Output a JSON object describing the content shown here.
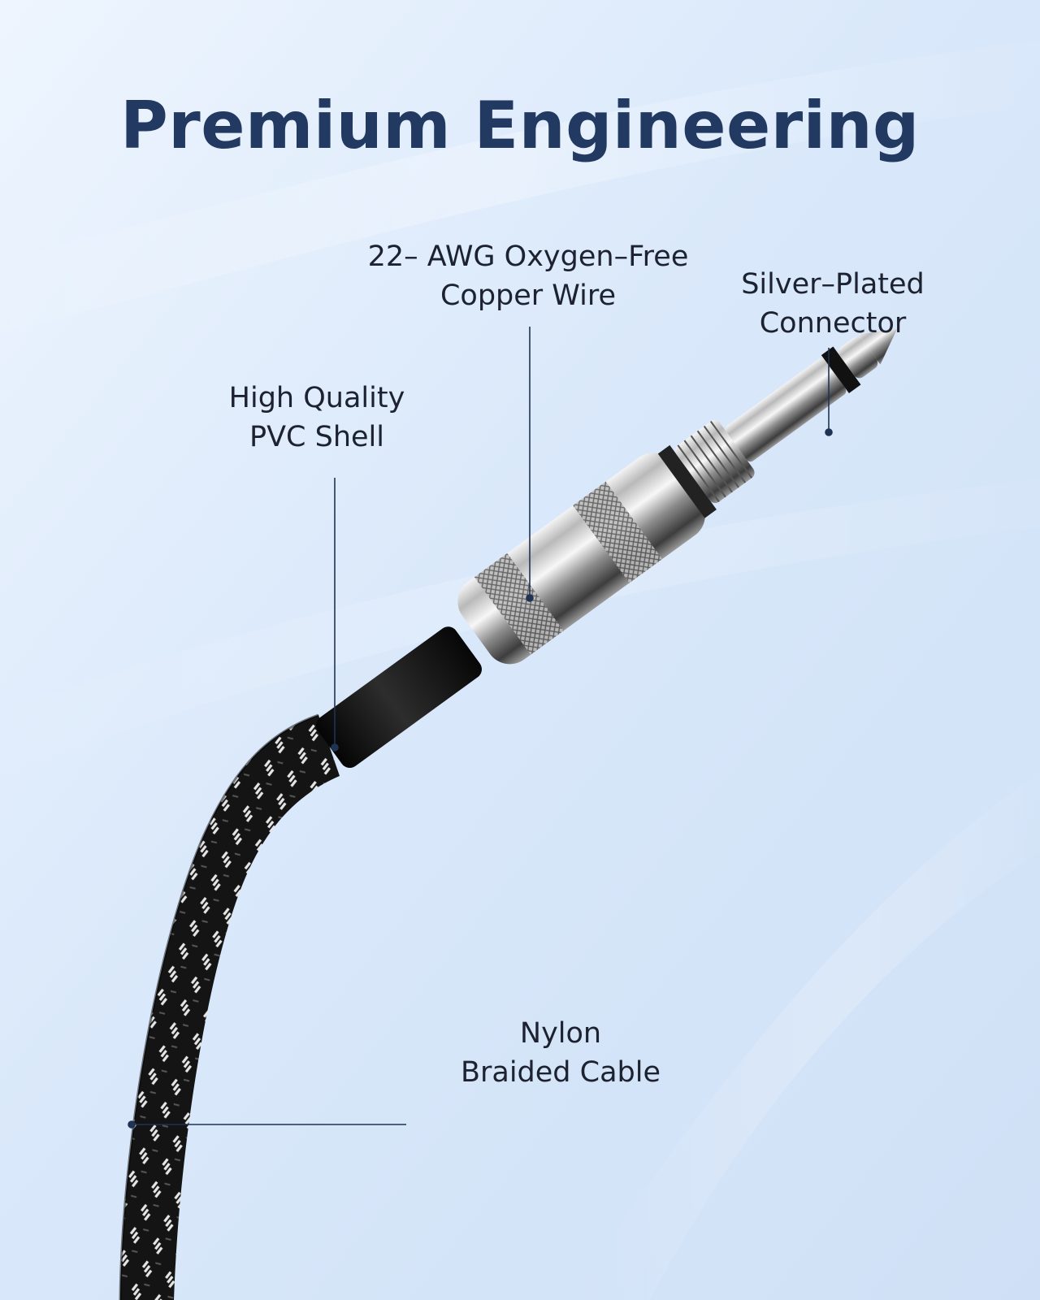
{
  "title": "Premium Engineering",
  "callouts": {
    "wire": {
      "line1": "22– AWG Oxygen–Free",
      "line2": "Copper Wire"
    },
    "connector": {
      "line1": "Silver–Plated",
      "line2": "Connector"
    },
    "shell": {
      "line1": "High Quality",
      "line2": "PVC Shell"
    },
    "braid": {
      "line1": "Nylon",
      "line2": "Braided Cable"
    }
  },
  "colors": {
    "background": "#dbe9fb",
    "title": "#223a62",
    "callout_text": "#1d2230",
    "leader_line": "#1f3354"
  }
}
